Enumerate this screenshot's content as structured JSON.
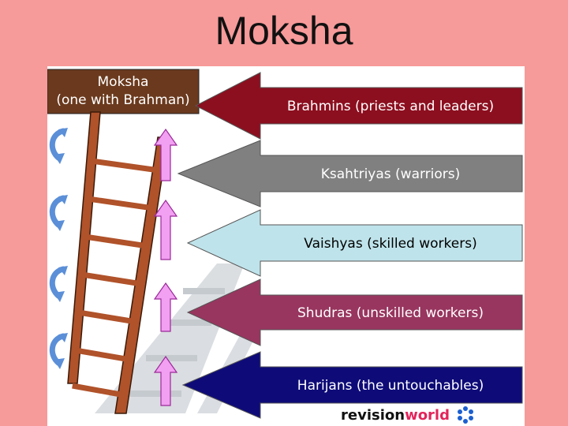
{
  "slide": {
    "title": "Moksha"
  },
  "diagram": {
    "top_box": {
      "line1": "Moksha",
      "line2": "(one with Brahman)",
      "color": "#6b3a1e"
    },
    "castes": [
      {
        "label": "Brahmins (priests and leaders)",
        "color": "#8c0f1f",
        "text_color": "#ffffff"
      },
      {
        "label": "Ksahtriyas (warriors)",
        "color": "#808080",
        "text_color": "#ffffff"
      },
      {
        "label": "Vaishyas (skilled workers)",
        "color": "#bfe3ea",
        "text_color": "#000000"
      },
      {
        "label": "Shudras (unskilled workers)",
        "color": "#98365f",
        "text_color": "#ffffff"
      },
      {
        "label": "Harijans (the untouchables)",
        "color": "#0e0b78",
        "text_color": "#ffffff"
      }
    ],
    "logo": {
      "text_a": "revision",
      "text_b": "world"
    },
    "up_arrow_color": "#f2a0f2",
    "cycle_arrow_color": "#5b8fd8",
    "ladder_color": "#b0522a"
  }
}
